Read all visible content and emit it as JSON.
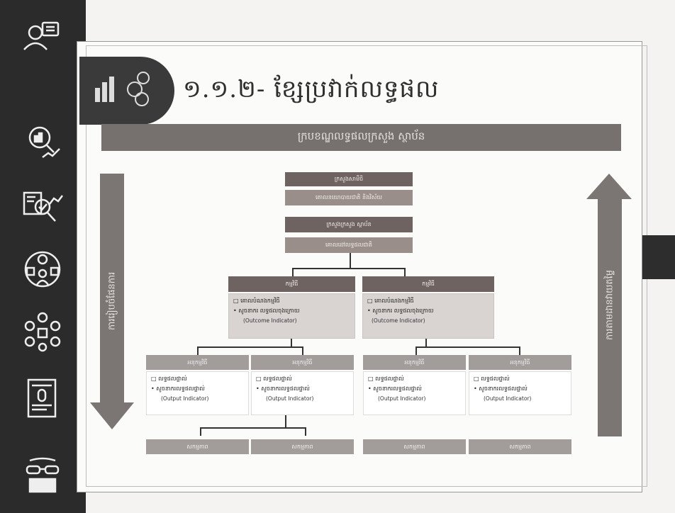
{
  "slide": {
    "title": "១.១.២- ខ្សែប្រវាក់លទ្ធផល",
    "banner": "ក្របខណ្ឌលទ្ធផលក្រសួង ស្ថាប័ន",
    "left_arrow_label": "ការរៀបចំផែនការ",
    "right_arrow_label": "ការតាមដានវាយតម្លៃ"
  },
  "org_chart": {
    "top_header": "ក្រសួងសាមីចិ",
    "top_sub": "គោលនយោបាយជាតិ និងវិស័យ",
    "second_header": "ក្រសួងក្រសួង ស្ថាប័ន",
    "second_sub": "គោលដៅលទ្ធផលជាតិ",
    "programs": [
      {
        "header": "កម្មវិធី",
        "objective": "□ គោលបំណងកម្មវិធី",
        "indicator": "• សូចនាករ លទ្ធផលចុងក្រោយ",
        "indicator_en": "(Outcome Indicator)"
      },
      {
        "header": "កម្មវិធី",
        "objective": "□ គោលបំណងកម្មវិធី",
        "indicator": "• សូចនាករ លទ្ធផលចុងក្រោយ",
        "indicator_en": "(Outcome Indicator)"
      }
    ],
    "subprograms": [
      {
        "header": "អនុកម្មវិធី",
        "output": "□ លទ្ធផលផ្ទាល់",
        "indicator": "• សូចនាករលទ្ធផលផ្ទាល់",
        "indicator_en": "(Output Indicator)"
      },
      {
        "header": "អនុកម្មវិធី",
        "output": "□ លទ្ធផលផ្ទាល់",
        "indicator": "• សូចនាករលទ្ធផលផ្ទាល់",
        "indicator_en": "(Output Indicator)"
      },
      {
        "header": "អនុកម្មវិធី",
        "output": "□ លទ្ធផលផ្ទាល់",
        "indicator": "• សូចនាករលទ្ធផលផ្ទាល់",
        "indicator_en": "(Output Indicator)"
      },
      {
        "header": "អនុកម្មវិធី",
        "output": "□ លទ្ធផលផ្ទាល់",
        "indicator": "• សូចនាករលទ្ធផលផ្ទាល់",
        "indicator_en": "(Output Indicator)"
      }
    ],
    "activities": [
      "សកម្មភាព",
      "សកម្មភាព",
      "សកម្មភាព",
      "សកម្មភាព"
    ]
  },
  "rail": {
    "icons": [
      "people-chat-icon",
      "analytics-search-icon",
      "report-check-icon",
      "gear-people-icon",
      "network-people-icon",
      "document-clip-icon",
      "glasses-book-icon"
    ]
  },
  "colors": {
    "rail": "#2b2b2b",
    "banner": "#76706e",
    "dark_box": "#6e6361",
    "arrow": "#7b7573"
  }
}
